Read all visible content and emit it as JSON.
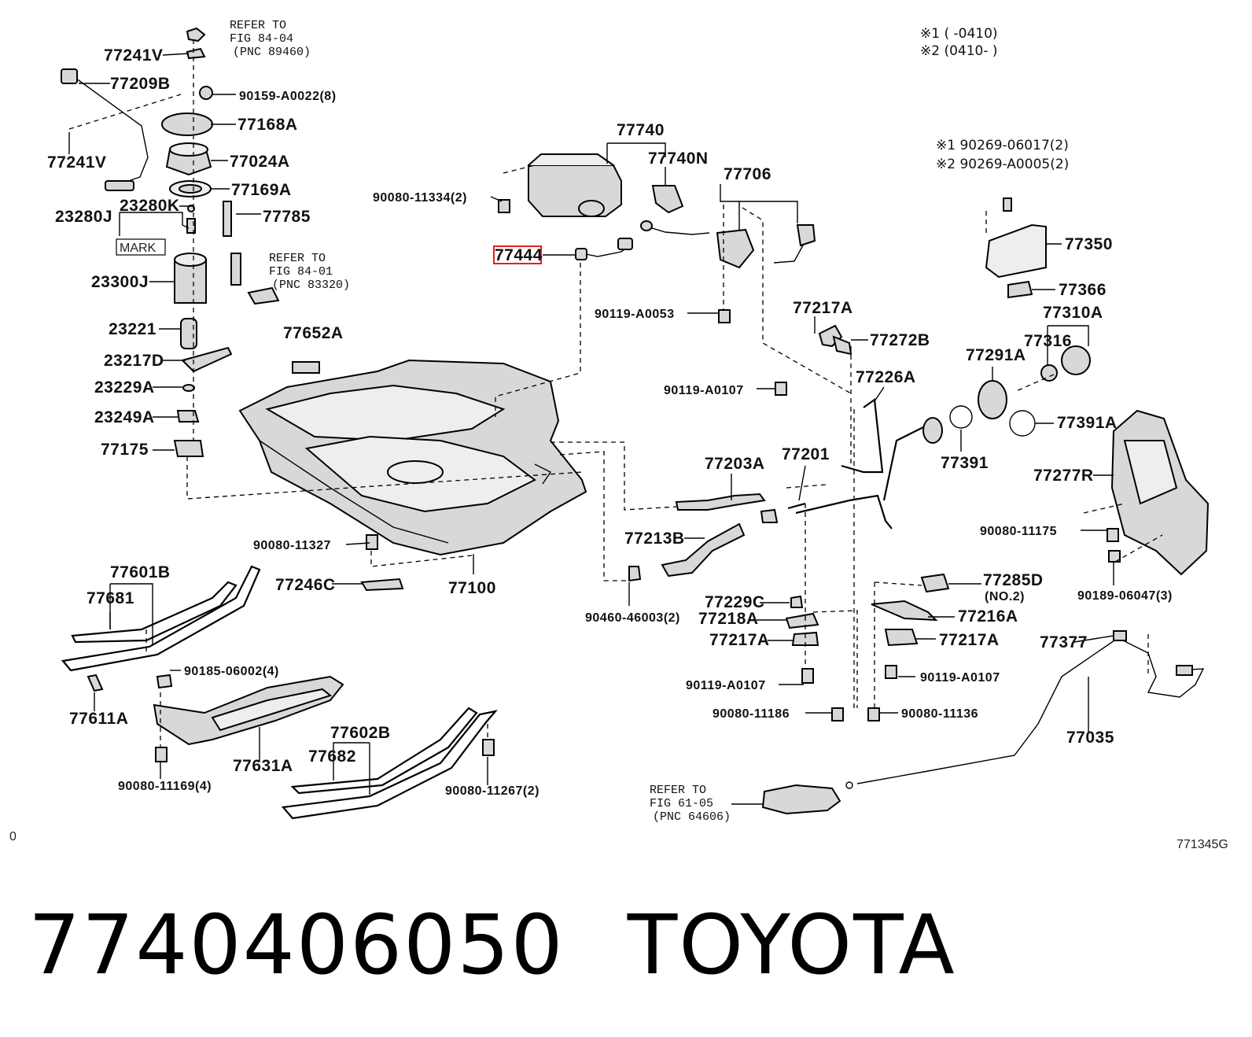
{
  "notes": {
    "note1": "※1 (      -0410)",
    "note2": "※2 (0410-       )",
    "bolt_note1": "※1  90269-06017(2)",
    "bolt_note2": "※2  90269-A0005(2)"
  },
  "refs": {
    "ref1": [
      "REFER TO",
      "FIG 84-04",
      "(PNC 89460)"
    ],
    "ref2": [
      "REFER TO",
      "FIG 84-01",
      "(PNC 83320)"
    ],
    "ref3": [
      "REFER TO",
      "FIG 61-05",
      "(PNC 64606)"
    ]
  },
  "mark_label": "MARK",
  "highlighted_part": "77444",
  "labels": {
    "p77241v_a": "77241V",
    "p77209b": "77209B",
    "p90159": "90159-A0022(8)",
    "p77168a": "77168A",
    "p77241v_b": "77241V",
    "p77024a": "77024A",
    "p77169a": "77169A",
    "p23280k": "23280K",
    "p23280j": "23280J",
    "p77785": "77785",
    "p23300j": "23300J",
    "p23221": "23221",
    "p23217d": "23217D",
    "p23229a": "23229A",
    "p23249a": "23249A",
    "p77175": "77175",
    "p77652a": "77652A",
    "p77740": "77740",
    "p77740n": "77740N",
    "p77706": "77706",
    "p90080_11334": "90080-11334(2)",
    "p90119_a0053": "90119-A0053",
    "p77217a_a": "77217A",
    "p77272b": "77272B",
    "p90119_a0107_a": "90119-A0107",
    "p77226a": "77226A",
    "p77350": "77350",
    "p77366": "77366",
    "p77310a": "77310A",
    "p77291a": "77291A",
    "p77316": "77316",
    "p77391a": "77391A",
    "p77391": "77391",
    "p77277r": "77277R",
    "p77203a": "77203A",
    "p77201": "77201",
    "p77213b": "77213B",
    "p90080_11175": "90080-11175",
    "p90189": "90189-06047(3)",
    "p90080_11327": "90080-11327",
    "p77601b": "77601B",
    "p77681": "77681",
    "p77246c": "77246C",
    "p77100": "77100",
    "p90460": "90460-46003(2)",
    "p77229c": "77229C",
    "p77218a": "77218A",
    "p77285d": "77285D",
    "p77285d_sub": "(NO.2)",
    "p77216a": "77216A",
    "p77217a_b": "77217A",
    "p77217a_c": "77217A",
    "p77377": "77377",
    "p90119_a0107_b": "90119-A0107",
    "p90119_a0107_c": "90119-A0107",
    "p90080_11186": "90080-11186",
    "p90080_11136": "90080-11136",
    "p77035": "77035",
    "p90185": "90185-06002(4)",
    "p77611a": "77611A",
    "p77631a": "77631A",
    "p77602b": "77602B",
    "p77682": "77682",
    "p90080_11169": "90080-11169(4)",
    "p90080_11267": "90080-11267(2)"
  },
  "corner_left": "0",
  "figure_code": "771345G",
  "caption": {
    "part_number": "7740406050",
    "brand": "TOYOTA"
  },
  "colors": {
    "highlight": "#e02020",
    "ink": "#000000",
    "part_fill": "#d8d8d8"
  }
}
